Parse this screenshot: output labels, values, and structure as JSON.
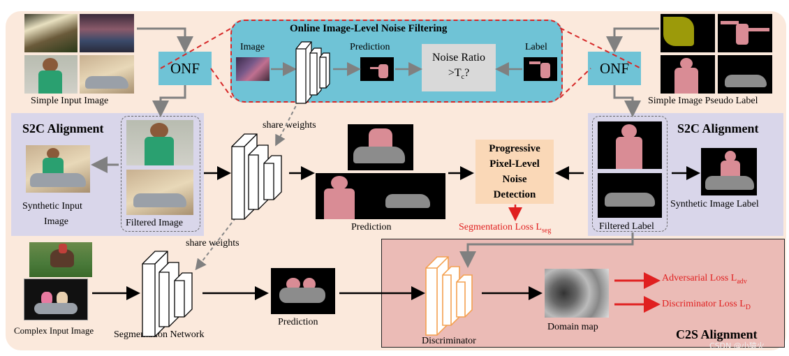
{
  "online_filter": {
    "title": "Online Image-Level Noise Filtering",
    "image_label": "Image",
    "prediction_label": "Prediction",
    "label_label": "Label"
  },
  "noise_ratio": {
    "line1": "Noise Ratio",
    "line2_prefix": ">T",
    "line2_sub": "c",
    "line2_suffix": "?"
  },
  "onf_left": "ONF",
  "onf_right": "ONF",
  "simple_input_caption": "Simple Input Image",
  "pseudo_label_caption": "Simple Image Pseudo Label",
  "s2c_left_title": "S2C Alignment",
  "s2c_right_title": "S2C Alignment",
  "synthetic_input_caption_1": "Synthetic Input",
  "synthetic_input_caption_2": "Image",
  "filtered_image_caption": "Filtered Image",
  "filtered_label_caption": "Filtered Label",
  "synthetic_label_caption": "Synthetic Image Label",
  "share_weights_top": "share weights",
  "share_weights_bottom": "share weights",
  "prediction_mid": "Prediction",
  "ppnd": {
    "line1": "Progressive",
    "line2": "Pixel-Level",
    "line3": "Noise",
    "line4": "Detection"
  },
  "seg_loss": {
    "prefix": "Segmentation Loss L",
    "sub": "seg"
  },
  "complex_input_caption": "Complex Input Image",
  "seg_network_caption": "Segmentation Network",
  "prediction_bottom": "Prediction",
  "discriminator_caption": "Discriminator",
  "domain_map_caption": "Domain map",
  "adv_loss": {
    "prefix": "Adversarial Loss L",
    "sub": "adv"
  },
  "disc_loss": {
    "prefix": "Discriminator Loss L",
    "sub": "D"
  },
  "c2s_title": "C2S Alignment",
  "watermark": "CSDN @小猿火",
  "colors": {
    "onf_blue": "#6fc3d6",
    "red_dash": "#d62828",
    "s2c_panel": "#d9d6ea",
    "ppnd_box": "#fad8b7",
    "c2s_box": "#ebbbb6",
    "seg_mask_pink": "#d98c95",
    "seg_mask_grey": "#8c8c8c",
    "background_peach": "#fbe9dc"
  }
}
